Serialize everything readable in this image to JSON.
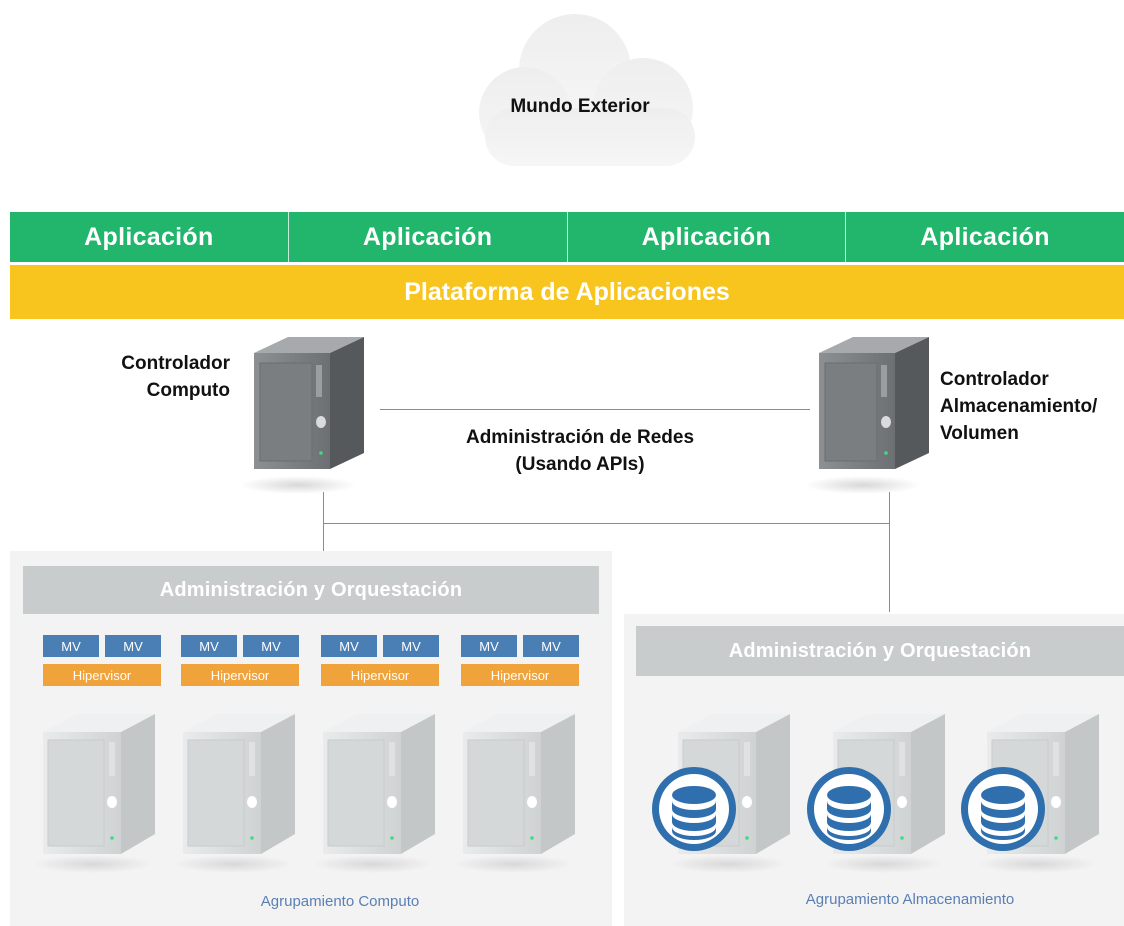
{
  "cloud": {
    "label": "Mundo Exterior"
  },
  "applications": [
    "Aplicación",
    "Aplicación",
    "Aplicación",
    "Aplicación"
  ],
  "platform": {
    "label": "Plataforma de Aplicaciones"
  },
  "compute_controller": {
    "line1": "Controlador",
    "line2": "Computo"
  },
  "storage_controller": {
    "line1": "Controlador",
    "line2": "Almacenamiento/",
    "line3": "Volumen"
  },
  "network": {
    "line1": "Administración de Redes",
    "line2": "(Usando APIs)"
  },
  "compute_cluster": {
    "management": "Administración y Orquestación",
    "nodes": [
      {
        "vm1": "MV",
        "vm2": "MV",
        "hypervisor": "Hipervisor"
      },
      {
        "vm1": "MV",
        "vm2": "MV",
        "hypervisor": "Hipervisor"
      },
      {
        "vm1": "MV",
        "vm2": "MV",
        "hypervisor": "Hipervisor"
      },
      {
        "vm1": "MV",
        "vm2": "MV",
        "hypervisor": "Hipervisor"
      }
    ],
    "label": "Agrupamiento Computo"
  },
  "storage_cluster": {
    "management": "Administración y Orquestación",
    "label": "Agrupamiento Almacenamiento"
  },
  "colors": {
    "application": "#21b66c",
    "platform": "#f8c51f",
    "vm": "#4a7fb5",
    "hypervisor": "#f0a23b",
    "management": "#c9cccd",
    "database": "#2f6fad"
  }
}
